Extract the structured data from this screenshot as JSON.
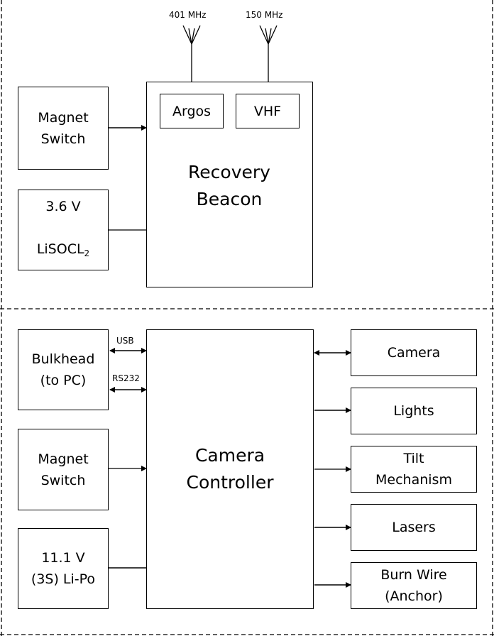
{
  "recovery_section": {
    "antenna_1": "401 MHz",
    "antenna_2": "150 MHz",
    "argos": "Argos",
    "vhf": "VHF",
    "beacon": "Recovery\nBeacon",
    "magnet_switch": "Magnet\nSwitch",
    "battery_line1": "3.6 V",
    "battery_line2_main": "LiSOCL",
    "battery_line2_sub": "2"
  },
  "camera_section": {
    "bulkhead": "Bulkhead\n(to PC)",
    "usb": "USB",
    "rs232": "RS232",
    "magnet_switch": "Magnet\nSwitch",
    "battery": "11.1 V\n(3S) Li-Po",
    "controller": "Camera\nController",
    "camera": "Camera",
    "lights": "Lights",
    "tilt": "Tilt\nMechanism",
    "lasers": "Lasers",
    "burn_wire": "Burn Wire\n(Anchor)"
  }
}
